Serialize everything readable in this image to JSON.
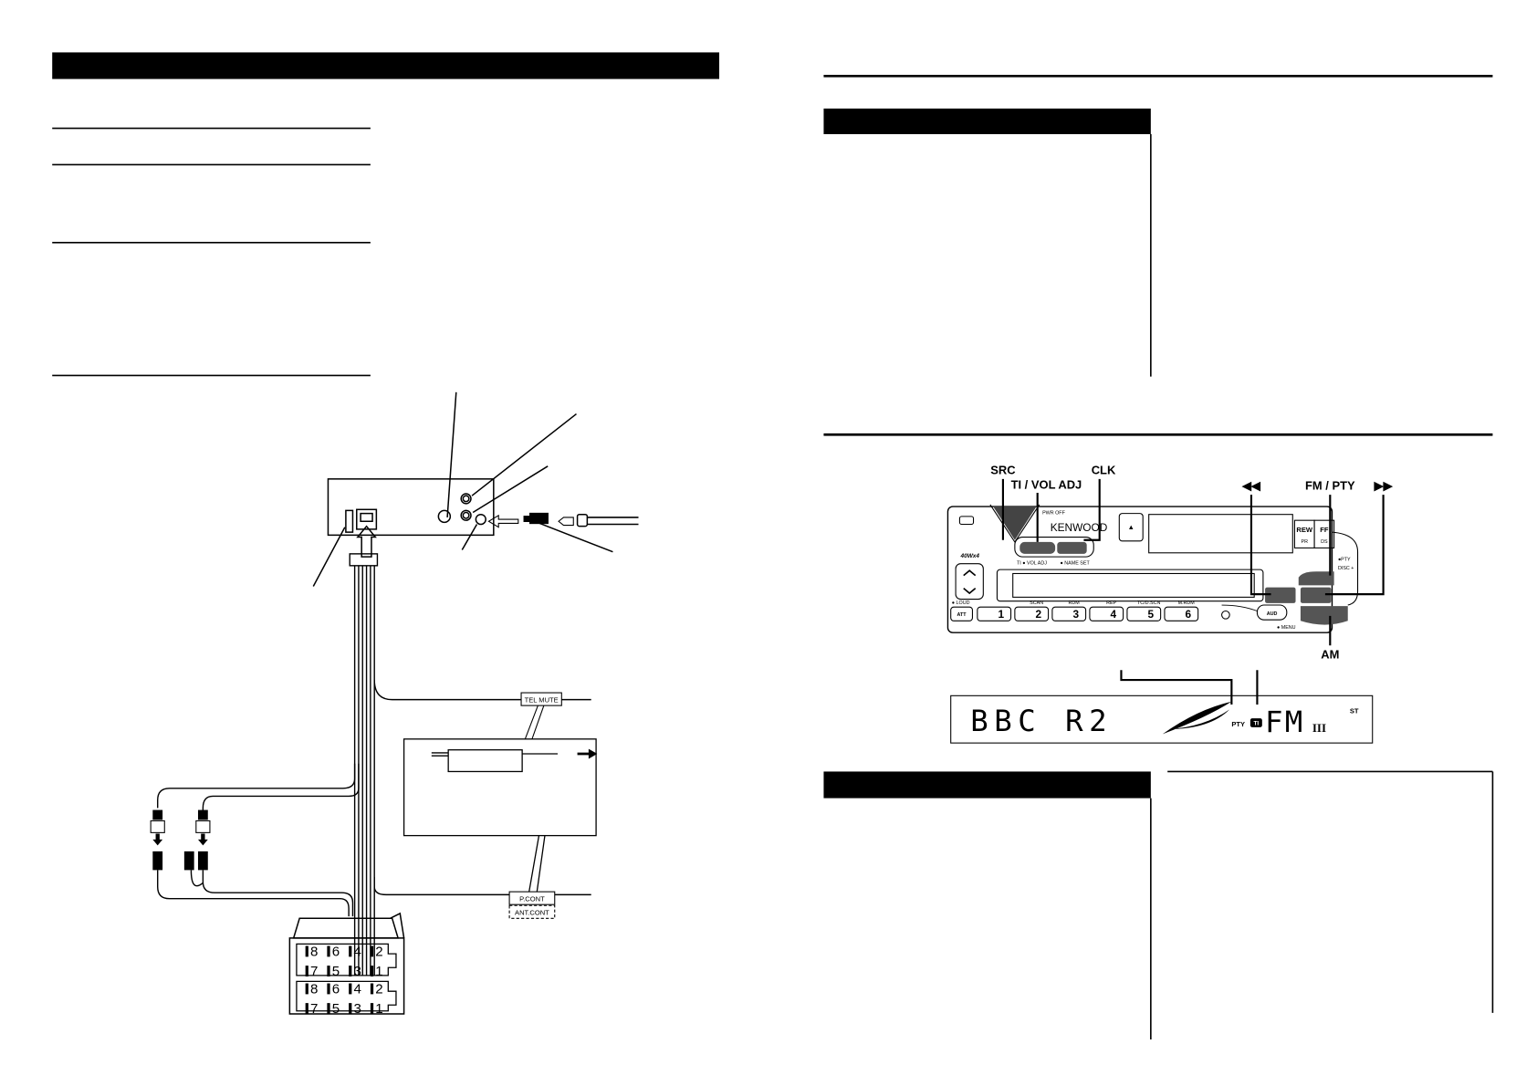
{
  "left_page": {
    "wiring": {
      "tel_mute_label": "TEL MUTE",
      "p_cont_label": "P.CONT",
      "ant_cont_label": "ANT.CONT",
      "connector_a_pins": [
        "8",
        "6",
        "4",
        "2",
        "7",
        "5",
        "3",
        "1"
      ],
      "connector_b_pins": [
        "8",
        "6",
        "4",
        "2",
        "7",
        "5",
        "3",
        "1"
      ]
    }
  },
  "right_page": {
    "controls_diagram": {
      "callouts": {
        "src": "SRC",
        "ti_vol_adj": "TI / VOL ADJ",
        "clk": "CLK",
        "fm_pty": "FM / PTY",
        "am": "AM",
        "prev": "◀◀",
        "next": "▶▶"
      },
      "panel": {
        "brand": "KENWOOD",
        "pwr_off": "PWR OFF",
        "power_rating": "40Wx4",
        "ti_vol_caption": "TI ● VOL ADJ",
        "name_set_caption": "● NAME SET",
        "rew": "REW",
        "pr": "PR",
        "ff": "FF",
        "ds": "DS",
        "pty_caption": "●PTY",
        "disc_caption": "DISC +",
        "loud_caption": "● LOUD",
        "att": "ATT",
        "aud": "AUD",
        "menu_caption": "● MENU",
        "eject": "▲",
        "presets": [
          {
            "num": "1",
            "caption": ""
          },
          {
            "num": "2",
            "caption": "SCAN"
          },
          {
            "num": "3",
            "caption": "RDM"
          },
          {
            "num": "4",
            "caption": "REP"
          },
          {
            "num": "5",
            "caption": "TC/D.SCN"
          },
          {
            "num": "6",
            "caption": "M.RDM"
          }
        ]
      },
      "display": {
        "text": "BBC R2",
        "pty": "PTY",
        "ti": "TI",
        "band": "FM",
        "band_sub": "III",
        "st": "ST"
      }
    }
  }
}
